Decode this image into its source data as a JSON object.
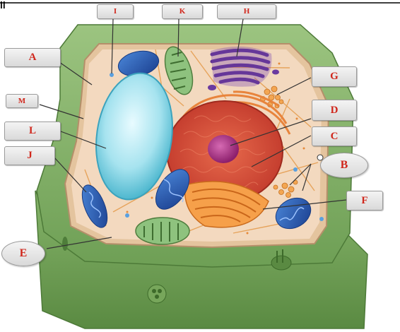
{
  "figure": {
    "header_glyph": "ll",
    "labels": {
      "I": "I",
      "K": "K",
      "H": "H",
      "A": "A",
      "G": "G",
      "M": "M",
      "D": "D",
      "L": "L",
      "C": "C",
      "J": "J",
      "B": "B",
      "F": "F",
      "E": "E"
    }
  },
  "colors": {
    "cell_wall": "#7fae63",
    "cell_wall_dark": "#5d8c45",
    "cytoplasm": "#f3d9bf",
    "vacuole": "#a6e3ef",
    "nucleus": "#d9443a",
    "nucleolus": "#a0287a",
    "golgi": "#ff9a3c",
    "chloroplast": "#8ec27e",
    "mitochondria": "#2a5fb6",
    "label_text": "#d0271c",
    "leader_line": "#333333"
  }
}
